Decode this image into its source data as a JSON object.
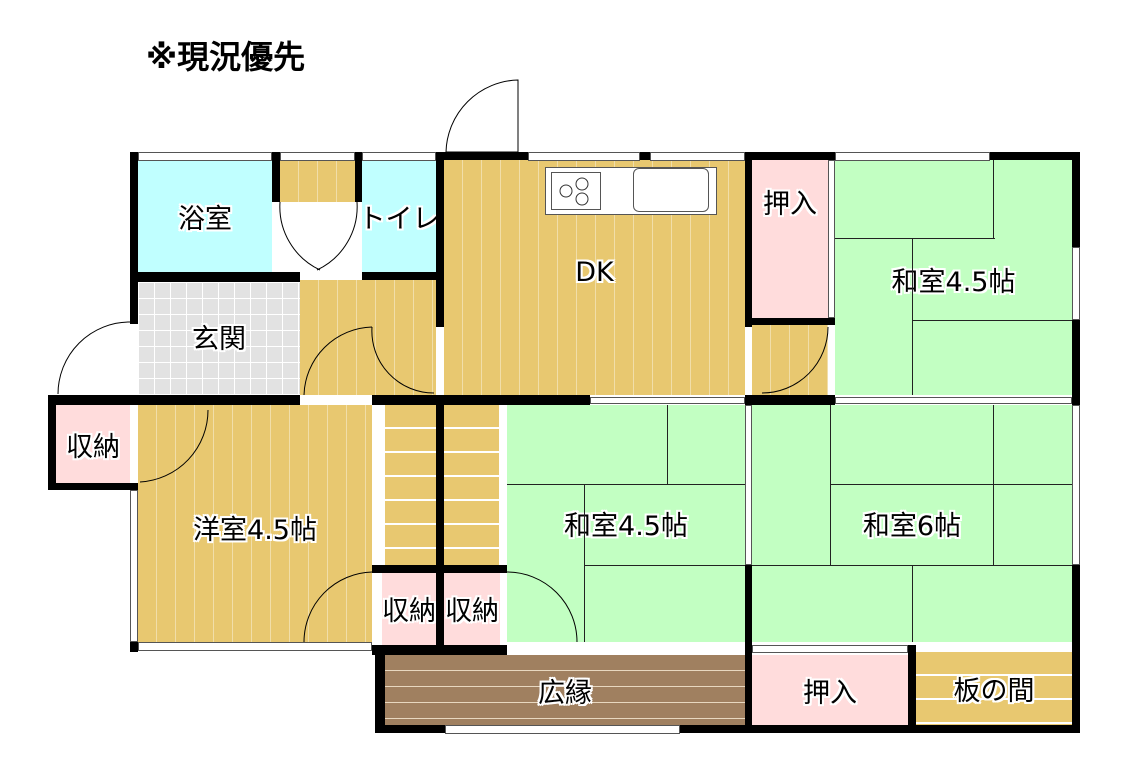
{
  "note": "※現況優先",
  "rooms": {
    "bath": "浴室",
    "toilet": "トイレ",
    "dk": "DK",
    "closet_top": "押入",
    "washitsu_top": "和室4.5帖",
    "entrance": "玄関",
    "storage_left": "収納",
    "youshitsu": "洋室4.5帖",
    "storage_a": "収納",
    "storage_b": "収納",
    "washitsu_mid": "和室4.5帖",
    "washitsu_6": "和室6帖",
    "hiroen": "広縁",
    "closet_bottom": "押入",
    "itanoma": "板の間"
  },
  "colors": {
    "wood": "#e8c870",
    "tatami": "#c2ffc2",
    "wet": "#c0ffff",
    "storage": "#ffdcdc",
    "entrance": "#e2e2e2",
    "veranda": "#a08060"
  }
}
